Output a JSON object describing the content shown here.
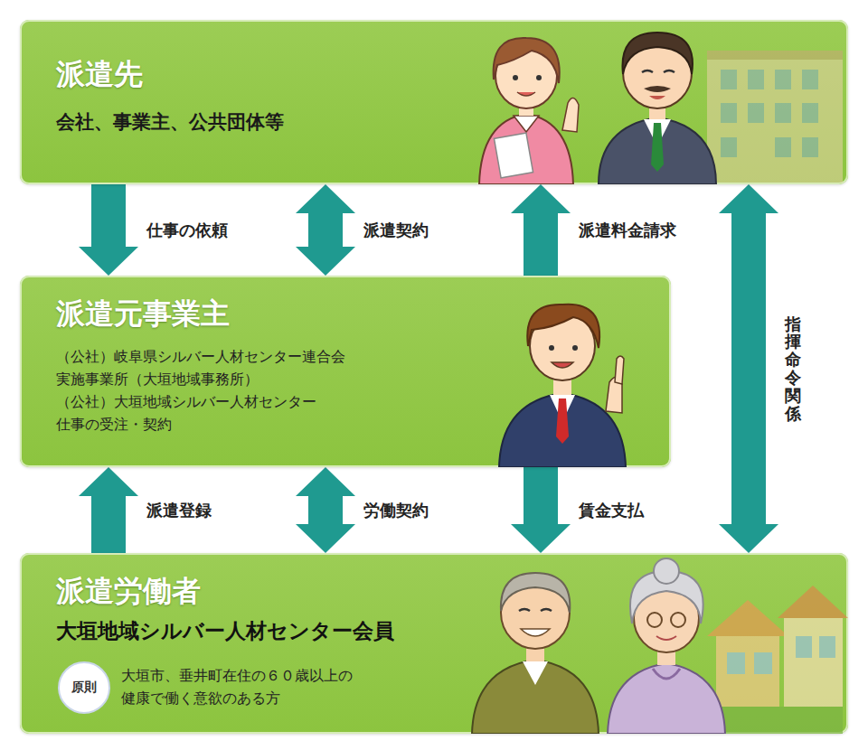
{
  "diagram": {
    "nodes": [
      {
        "text": [
          "派遣先",
          "会社、事業主、公共団体等"
        ]
      },
      {
        "text": [
          "派遣元事業主",
          "（公社）岐阜県シルバー人材センター連合会",
          "実施事業所（大垣地域事務所）",
          "（公社）大垣地域シルバー人材センター",
          "仕事の受注・契約"
        ]
      },
      {
        "text": [
          "派遣労働者",
          "大垣地域シルバー人材センター会員",
          "大垣市、垂井町在住の６０歳以上の 健康で働く意欲のある方"
        ]
      },
      {
        "text": [
          "原則"
        ],
        "in": 2
      }
    ],
    "edges": [
      {
        "from": 0,
        "to": 1,
        "label": "仕事の依頼",
        "arrow": "to"
      },
      {
        "from": 0,
        "to": 1,
        "label": "派遣契約",
        "arrow": "both"
      },
      {
        "from": 1,
        "to": 0,
        "label": "派遣料金請求",
        "arrow": "to"
      },
      {
        "from": 2,
        "to": 1,
        "label": "派遣登録",
        "arrow": "to"
      },
      {
        "from": 1,
        "to": 2,
        "label": "労働契約",
        "arrow": "both"
      },
      {
        "from": 1,
        "to": 2,
        "label": "賃金支払",
        "arrow": "to"
      },
      {
        "from": 0,
        "to": 2,
        "label": "指揮命令関係",
        "arrow": "both"
      }
    ]
  }
}
